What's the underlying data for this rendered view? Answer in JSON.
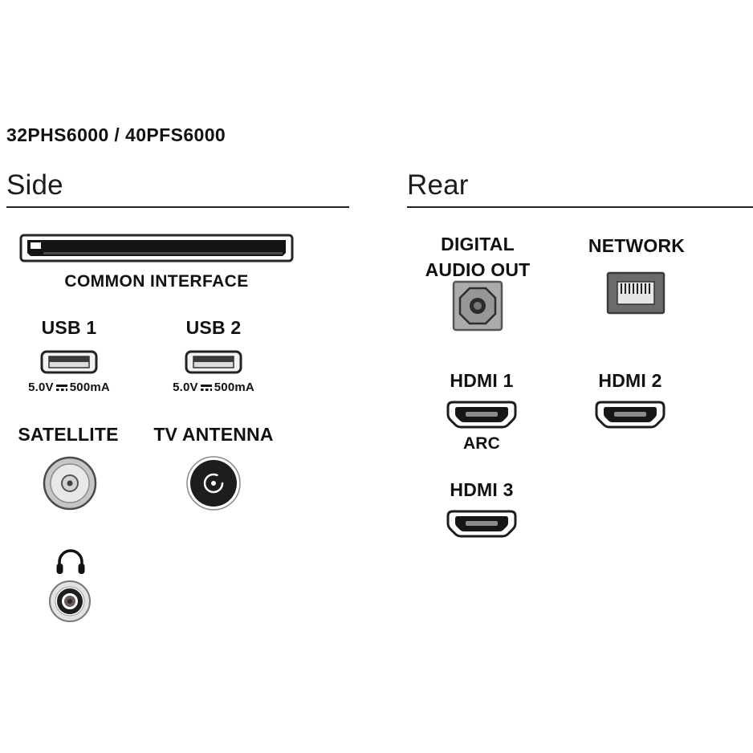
{
  "title": "32PHS6000 / 40PFS6000",
  "colors": {
    "outline": "#1f1f1f",
    "port_dark": "#161616",
    "metal_gray": "#c4c4c4",
    "background": "#ffffff"
  },
  "sections": {
    "side": {
      "heading": "Side",
      "common_interface": {
        "label": "COMMON INTERFACE"
      },
      "usb1": {
        "label": "USB 1",
        "rating_voltage": "5.0V",
        "rating_current": "500mA"
      },
      "usb2": {
        "label": "USB 2",
        "rating_voltage": "5.0V",
        "rating_current": "500mA"
      },
      "satellite": {
        "label": "SATELLITE"
      },
      "tv_antenna": {
        "label": "TV ANTENNA"
      }
    },
    "rear": {
      "heading": "Rear",
      "digital_audio_out": {
        "label_line1": "DIGITAL",
        "label_line2": "AUDIO OUT"
      },
      "network": {
        "label": "NETWORK"
      },
      "hdmi1": {
        "label": "HDMI 1",
        "sublabel": "ARC"
      },
      "hdmi2": {
        "label": "HDMI 2"
      },
      "hdmi3": {
        "label": "HDMI 3"
      }
    }
  }
}
